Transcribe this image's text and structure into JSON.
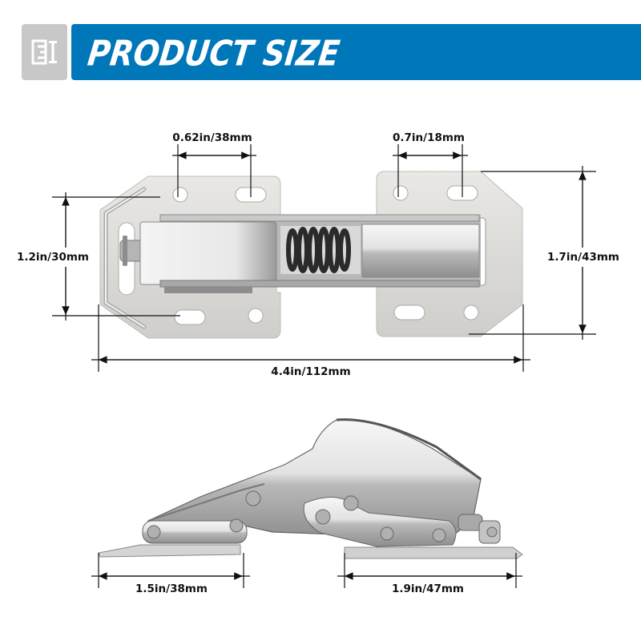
{
  "header": {
    "icon": "ruler-caliper-icon",
    "title": "PRODUCT SIZE",
    "accent_color": "#0077b9",
    "icon_box_color": "#c8c8c8"
  },
  "top_view": {
    "dimensions": {
      "hole_spacing_left": "0.62in/38mm",
      "hole_spacing_right": "0.7in/18mm",
      "left_plate_height": "1.2in/30mm",
      "right_plate_height": "1.7in/43mm",
      "total_length": "4.4in/112mm"
    }
  },
  "side_view": {
    "dimensions": {
      "left_base_length": "1.5in/38mm",
      "right_base_length": "1.9in/47mm"
    }
  }
}
